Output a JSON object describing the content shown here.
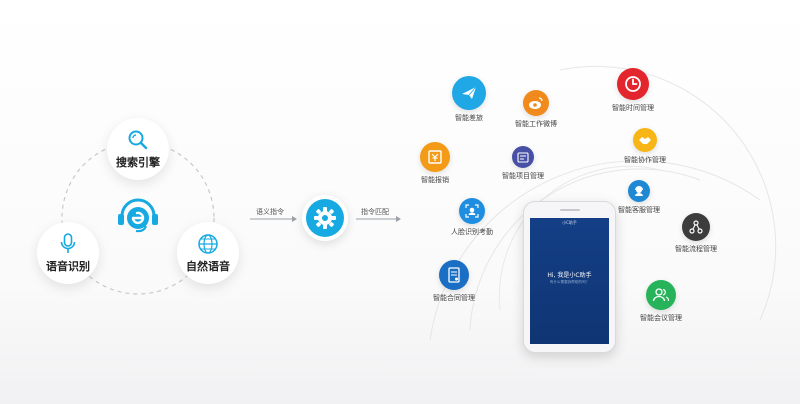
{
  "left_cluster": {
    "search": {
      "label": "搜索引擎",
      "icon": "magnifier-icon"
    },
    "speech": {
      "label": "语音识别",
      "icon": "microphone-icon"
    },
    "nlp": {
      "label": "自然语音",
      "icon": "globe-icon"
    },
    "center_logo": {
      "icon": "e-headset-logo-icon"
    }
  },
  "flow": {
    "arrow1_label": "语义指令",
    "arrow2_label": "指令匹配",
    "hub": {
      "icon": "gear-icon",
      "color": "#17a9e1"
    }
  },
  "features": [
    {
      "key": "travel",
      "label": "智能差旅",
      "icon": "airplane-icon",
      "color": "#1fa7e6"
    },
    {
      "key": "weibo",
      "label": "智能工作微博",
      "icon": "weibo-icon",
      "color": "#f08a1c"
    },
    {
      "key": "time",
      "label": "智能时间管理",
      "icon": "clock-icon",
      "color": "#e3262e"
    },
    {
      "key": "expense",
      "label": "智能报销",
      "icon": "ledger-icon",
      "color": "#f39a17"
    },
    {
      "key": "project",
      "label": "智能项目管理",
      "icon": "project-board-icon",
      "color": "#4750a5"
    },
    {
      "key": "collab",
      "label": "智能协作管理",
      "icon": "handshake-icon",
      "color": "#f7b516"
    },
    {
      "key": "service",
      "label": "智能客服管理",
      "icon": "service-agent-icon",
      "color": "#1e88d4"
    },
    {
      "key": "face",
      "label": "人脸识别考勤",
      "icon": "face-scan-icon",
      "color": "#1f8ee0"
    },
    {
      "key": "workflow",
      "label": "智能流程管理",
      "icon": "workflow-icon",
      "color": "#3c3c3c"
    },
    {
      "key": "contract",
      "label": "智能合同管理",
      "icon": "contract-doc-icon",
      "color": "#1a6fc4"
    },
    {
      "key": "meeting",
      "label": "智能会议管理",
      "icon": "people-icon",
      "color": "#27b35a"
    }
  ],
  "phone": {
    "app_title": "小C助手",
    "greeting": "Hi, 我是小C助手",
    "subtitle": "有什么需要我帮助的吗？"
  }
}
